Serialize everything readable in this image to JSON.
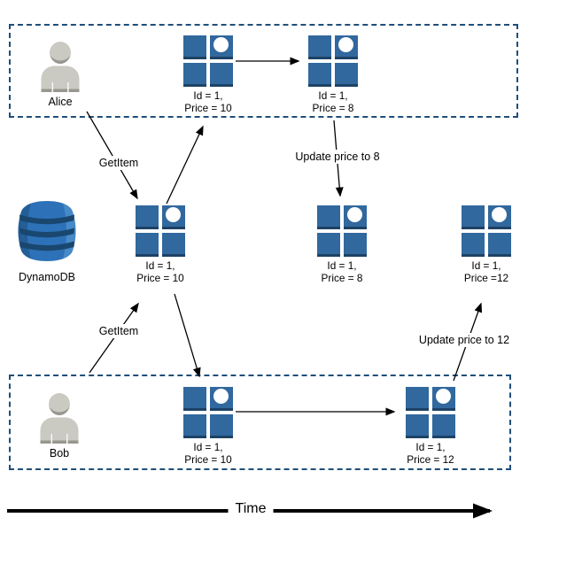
{
  "actors": {
    "alice": {
      "label": "Alice"
    },
    "bob": {
      "label": "Bob"
    }
  },
  "database": {
    "label": "DynamoDB"
  },
  "items": [
    {
      "owner": "alice",
      "line1": "Id = 1,",
      "line2": "Price = 10"
    },
    {
      "owner": "alice",
      "line1": "Id = 1,",
      "line2": "Price = 8"
    },
    {
      "owner": "dynamodb",
      "line1": "Id = 1,",
      "line2": "Price = 10"
    },
    {
      "owner": "dynamodb",
      "line1": "Id = 1,",
      "line2": "Price = 8"
    },
    {
      "owner": "dynamodb",
      "line1": "Id = 1,",
      "line2": "Price =12"
    },
    {
      "owner": "bob",
      "line1": "Id = 1,",
      "line2": "Price = 10"
    },
    {
      "owner": "bob",
      "line1": "Id = 1,",
      "line2": "Price = 12"
    }
  ],
  "edge_labels": {
    "alice_getitem": "GetItem",
    "bob_getitem": "GetItem",
    "alice_update": "Update price to 8",
    "bob_update": "Update price to 12"
  },
  "time_axis": {
    "label": "Time"
  },
  "colors": {
    "item_blue": "#31689e",
    "item_blue_shadow": "#1d4266",
    "lane_border": "#1f4e79",
    "db_blue": "#2d72b8",
    "db_blue_dark": "#1a476f",
    "db_blue_light": "#5294cf",
    "person_gray": "#cac9c2",
    "person_gray_dark": "#98978f",
    "arrow_black": "#000000"
  }
}
